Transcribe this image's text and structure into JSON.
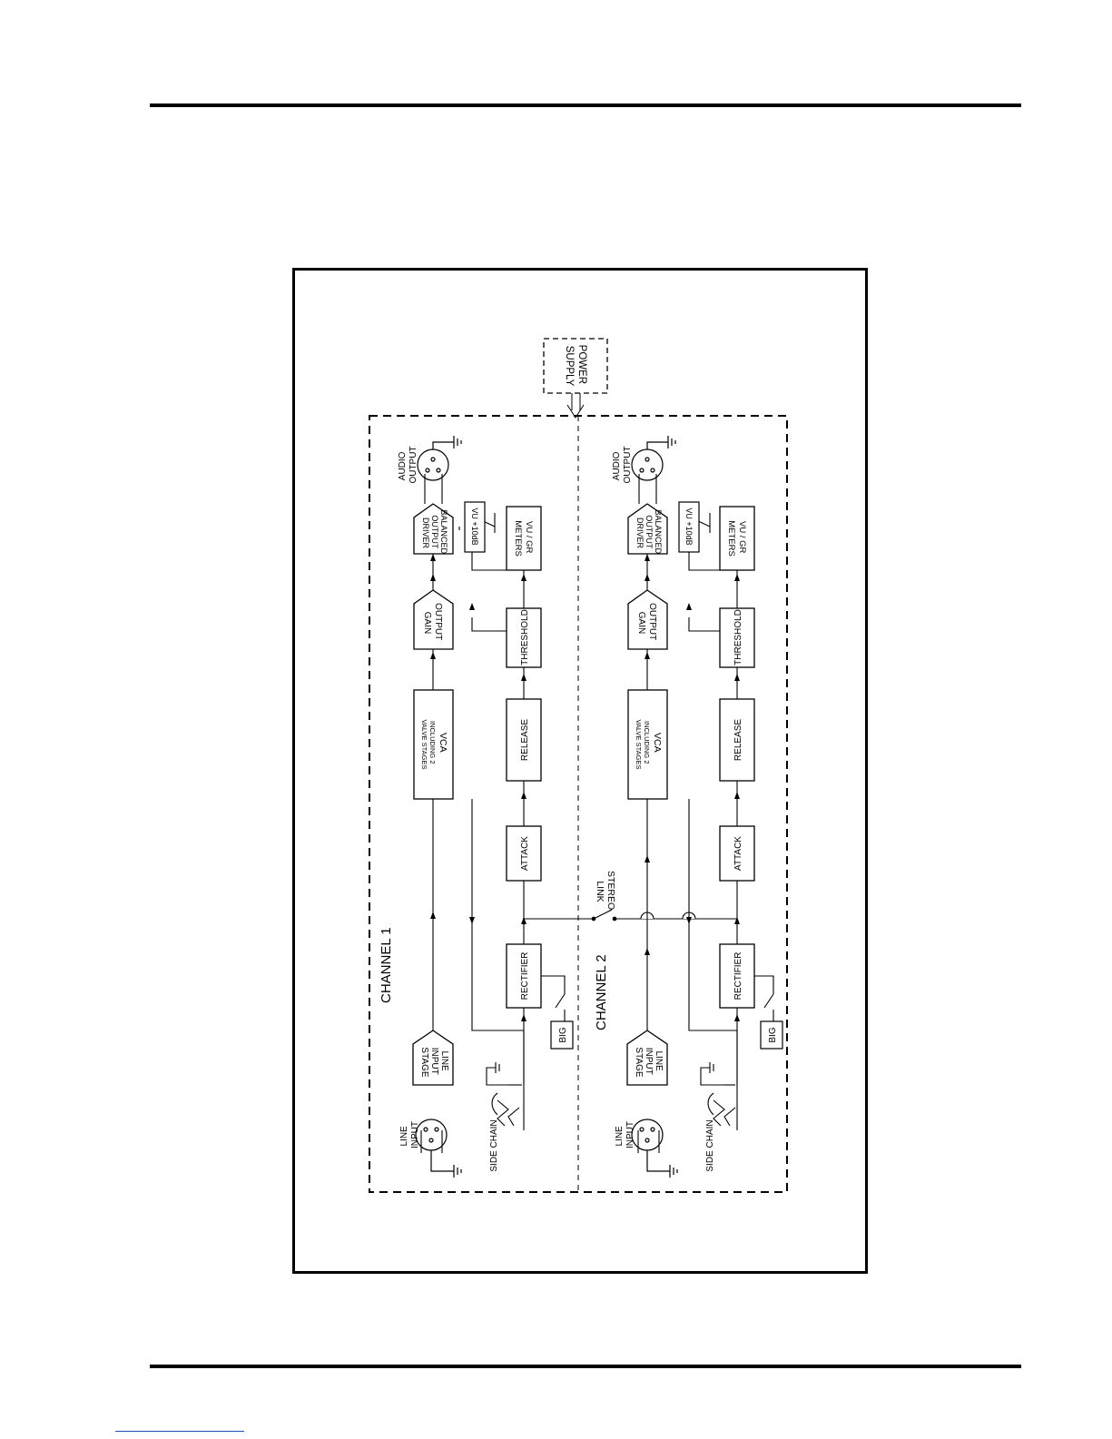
{
  "diagram": {
    "power_supply": [
      "POWER",
      "SUPPLY"
    ],
    "stereo_link": [
      "STEREO",
      "LINK"
    ],
    "channels": [
      {
        "title": "CHANNEL 1",
        "line_input": [
          "LINE",
          "INPUT"
        ],
        "line_input_stage": [
          "LINE",
          "INPUT",
          "STAGE"
        ],
        "vca": [
          "VCA",
          "INCLUDING 2",
          "VALVE STAGES"
        ],
        "output_gain": [
          "OUTPUT",
          "GAIN"
        ],
        "balanced_output_driver": [
          "BALANCED",
          "OUTPUT",
          "DRIVER"
        ],
        "audio_output": [
          "AUDIO",
          "OUTPUT"
        ],
        "side_chain": "SIDE CHAIN",
        "rectifier": "RECTIFIER",
        "attack": "ATTACK",
        "release": "RELEASE",
        "threshold": "THRESHOLD",
        "vu_gr_meters": [
          "VU / GR",
          "METERS"
        ],
        "vu_10db": "VU +10dB",
        "big": "BIG"
      },
      {
        "title": "CHANNEL 2",
        "line_input": [
          "LINE",
          "INPUT"
        ],
        "line_input_stage": [
          "LINE",
          "INPUT",
          "STAGE"
        ],
        "vca": [
          "VCA",
          "INCLUDING 2",
          "VALVE STAGES"
        ],
        "output_gain": [
          "OUTPUT",
          "GAIN"
        ],
        "balanced_output_driver": [
          "BALANCED",
          "OUTPUT",
          "DRIVER"
        ],
        "audio_output": [
          "AUDIO",
          "OUTPUT"
        ],
        "side_chain": "SIDE CHAIN",
        "rectifier": "RECTIFIER",
        "attack": "ATTACK",
        "release": "RELEASE",
        "threshold": "THRESHOLD",
        "vu_gr_meters": [
          "VU / GR",
          "METERS"
        ],
        "vu_10db": "VU +10dB",
        "big": "BIG"
      }
    ]
  }
}
